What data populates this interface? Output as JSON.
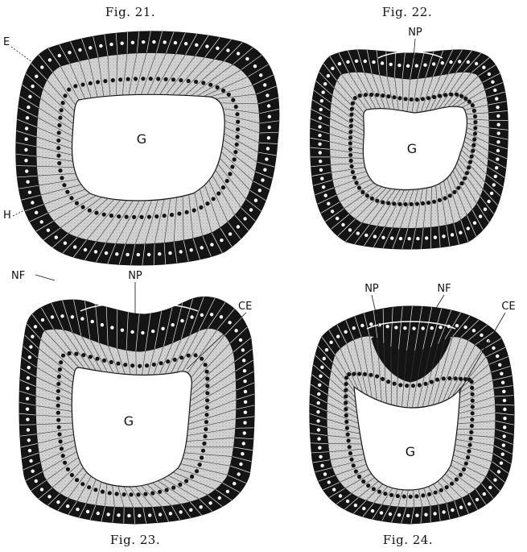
{
  "figures": [
    {
      "id": "fig21",
      "caption": "Fig. 21.",
      "labels": {
        "outer_top": "E",
        "outer_bottom": "H",
        "cavity": "G"
      }
    },
    {
      "id": "fig22",
      "caption": "Fig. 22.",
      "labels": {
        "plate": "NP",
        "cavity": "G"
      }
    },
    {
      "id": "fig23",
      "caption": "Fig. 23.",
      "labels": {
        "fold": "NF",
        "plate": "NP",
        "coelom": "CE",
        "cavity": "G"
      }
    },
    {
      "id": "fig24",
      "caption": "Fig. 24.",
      "labels": {
        "plate": "NP",
        "fold": "NF",
        "coelom": "CE",
        "cavity": "G"
      }
    }
  ],
  "colors": {
    "ink": "#141414",
    "stipple": "#cfcfcf",
    "paper": "#ffffff"
  }
}
